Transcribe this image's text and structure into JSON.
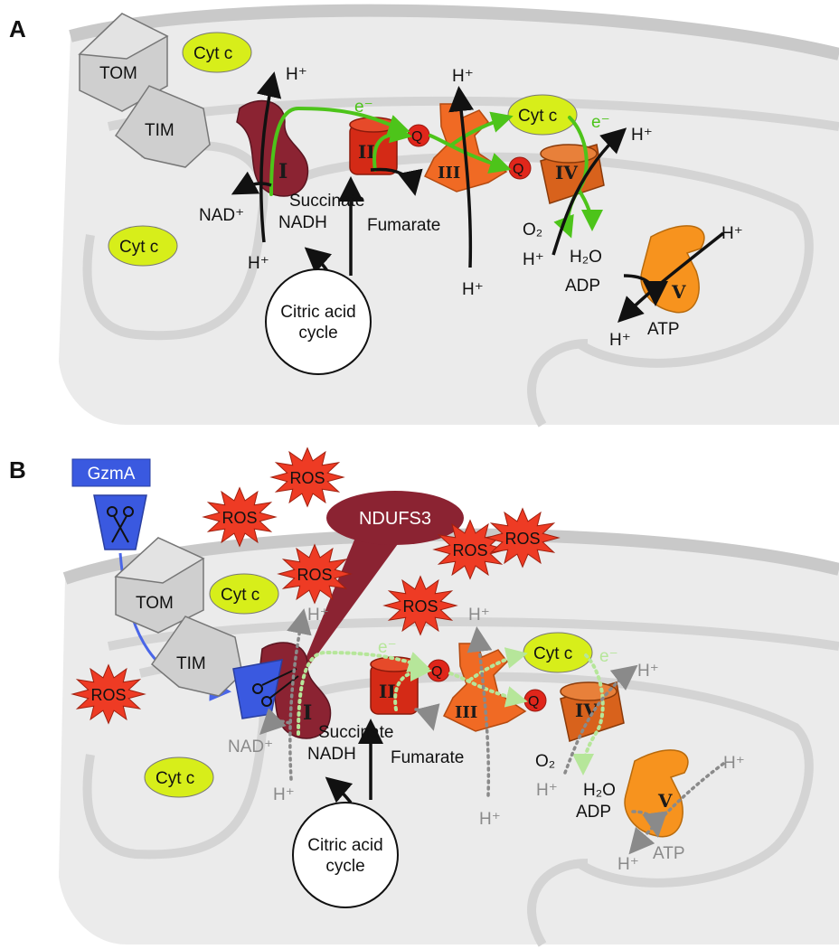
{
  "panels": {
    "a": {
      "letter": "A",
      "complexes": {
        "I": "I",
        "II": "II",
        "III": "III",
        "IV": "IV",
        "V": "V"
      },
      "labels": {
        "tom": "TOM",
        "tim": "TIM",
        "cyt_c_top": "Cyt c",
        "cyt_c_left": "Cyt c",
        "cyt_c_ims": "Cyt c",
        "q1": "Q",
        "q2": "Q",
        "e_minus_1": "e⁻",
        "e_minus_2": "e⁻",
        "h_I_top": "H⁺",
        "h_I_bottom": "H⁺",
        "h_III_top": "H⁺",
        "h_III_bottom": "H⁺",
        "h_IV_top": "H⁺",
        "h_IV_bottom": "H⁺",
        "h_V_top": "H⁺",
        "h_V_bottom": "H⁺",
        "nad": "NAD⁺",
        "nadh": "NADH",
        "succinate": "Succinate",
        "fumarate": "Fumarate",
        "o2": "O₂",
        "h2o": "H₂O",
        "adp": "ADP",
        "atp": "ATP",
        "cycle_line1": "Citric acid",
        "cycle_line2": "cycle"
      }
    },
    "b": {
      "letter": "B",
      "complexes": {
        "I": "I",
        "II": "II",
        "III": "III",
        "IV": "IV",
        "V": "V"
      },
      "labels": {
        "gzma": "GzmA",
        "ndufs3": "NDUFS3",
        "ros": "ROS",
        "tom": "TOM",
        "tim": "TIM",
        "cyt_c_top": "Cyt c",
        "cyt_c_left": "Cyt c",
        "cyt_c_ims": "Cyt c",
        "q1": "Q",
        "q2": "Q",
        "e_minus_1": "e⁻",
        "e_minus_2": "e⁻",
        "h_I_top": "H⁺",
        "h_I_bottom": "H⁺",
        "h_III_top": "H⁺",
        "h_III_bottom": "H⁺",
        "h_IV_top": "H⁺",
        "h_IV_bottom": "H⁺",
        "h_V_top": "H⁺",
        "h_V_bottom": "H⁺",
        "nad": "NAD⁺",
        "nadh": "NADH",
        "succinate": "Succinate",
        "fumarate": "Fumarate",
        "o2": "O₂",
        "h2o": "H₂O",
        "adp": "ADP",
        "atp": "ATP",
        "cycle_line1": "Citric acid",
        "cycle_line2": "cycle"
      }
    }
  },
  "colors": {
    "complex_I": "#8b2332",
    "complex_II": "#d42a16",
    "complex_III": "#f06a24",
    "complex_IV": "#d8621c",
    "complex_V": "#f7931e",
    "cyt_c": "#d7ee1a",
    "q": "#e0261b",
    "electron_path": "#4dc41a",
    "electron_path_faded": "#b6e69a",
    "ros": "#ee3b24",
    "gzma": "#3a59e0",
    "membrane": "#c9c9c9",
    "dotted_path": "#8a8a8a"
  }
}
